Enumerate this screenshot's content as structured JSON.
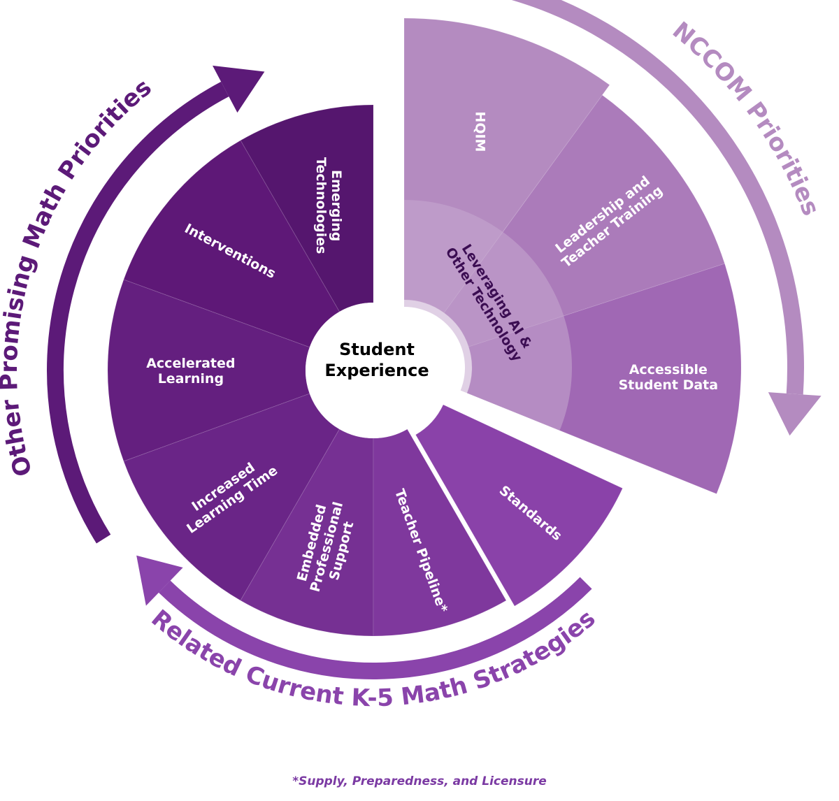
{
  "center": {
    "line1": "Student",
    "line2": "Experience"
  },
  "groups": {
    "other": {
      "label": "Other Promising Math Priorities",
      "color": "#5c1a78"
    },
    "nccom": {
      "label": "NCCOM Priorities",
      "color": "#b48bc0"
    },
    "related": {
      "label": "Related Current K-5 Math Strategies",
      "color": "#8a44ab"
    }
  },
  "segments": [
    {
      "id": "emerging-technologies",
      "group": "other",
      "lines": [
        "Emerging",
        "Technologies"
      ],
      "color": "#55166e"
    },
    {
      "id": "interventions",
      "group": "other",
      "lines": [
        "Interventions"
      ],
      "color": "#5e1877"
    },
    {
      "id": "accelerated-learning",
      "group": "other",
      "lines": [
        "Accelerated",
        "Learning"
      ],
      "color": "#641f7f"
    },
    {
      "id": "increased-learning-time",
      "group": "other",
      "lines": [
        "Increased",
        "Learning Time"
      ],
      "color": "#6a2587"
    },
    {
      "id": "embedded-professional-support",
      "group": "related",
      "lines": [
        "Embedded",
        "Professional",
        "Support"
      ],
      "color": "#763093"
    },
    {
      "id": "teacher-pipeline",
      "group": "related",
      "lines": [
        "Teacher Pipeline*"
      ],
      "color": "#7f389d"
    },
    {
      "id": "standards",
      "group": "related",
      "lines": [
        "Standards"
      ],
      "color": "#8a42a9"
    },
    {
      "id": "accessible-student-data",
      "group": "nccom",
      "lines": [
        "Accessible",
        "Student Data"
      ],
      "color": "#a068b4"
    },
    {
      "id": "leadership-teacher-training",
      "group": "nccom",
      "lines": [
        "Leadership and",
        "Teacher Training"
      ],
      "color": "#ab7bba"
    },
    {
      "id": "hqim",
      "group": "nccom",
      "lines": [
        "HQIM"
      ],
      "color": "#b48bc0"
    }
  ],
  "overlay": {
    "lines": [
      "Leveraging AI &",
      "Other Technology"
    ],
    "color": "#c7a9cf"
  },
  "footnote": "*Supply, Preparedness, and Licensure"
}
